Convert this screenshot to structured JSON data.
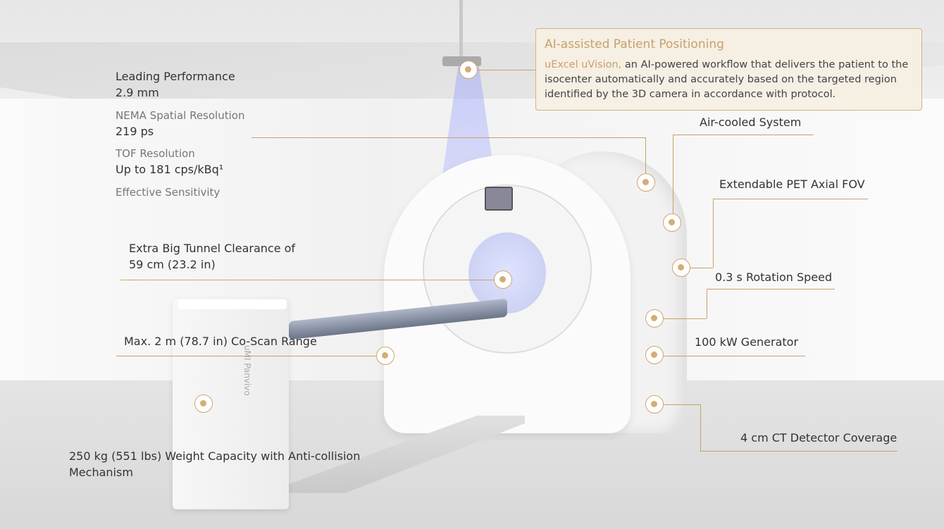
{
  "specs": [
    {
      "label": "Leading Performance",
      "value": "2.9 mm"
    },
    {
      "label": "NEMA Spatial Resolution",
      "value": "219 ps"
    },
    {
      "label": "TOF Resolution",
      "value": "Up to 181 cps/kBq¹"
    },
    {
      "label": "Effective Sensitivity"
    }
  ],
  "popup": {
    "title": "AI-assisted Patient Positioning",
    "highlight": "uExcel uVision,",
    "text": " an AI-powered workflow that delivers the patient to the isocenter automatically and accurately based on the targeted region identified by the 3D camera in accordance with protocol."
  },
  "callouts": {
    "air": "Air-cooled System",
    "fov": "Extendable PET Axial FOV",
    "rotation": "0.3 s Rotation Speed",
    "generator": "100 kW Generator",
    "detector": "4 cm CT Detector Coverage",
    "tunnel1": "Extra Big Tunnel Clearance of",
    "tunnel2": "59 cm (23.2 in)",
    "coscan": "Max. 2 m (78.7 in) Co-Scan Range",
    "weight1": "250 kg (551 lbs) Weight Capacity with Anti-collision",
    "weight2": "Mechanism"
  },
  "product_label": "uMI Panvivo",
  "accent": "#c9a06a"
}
